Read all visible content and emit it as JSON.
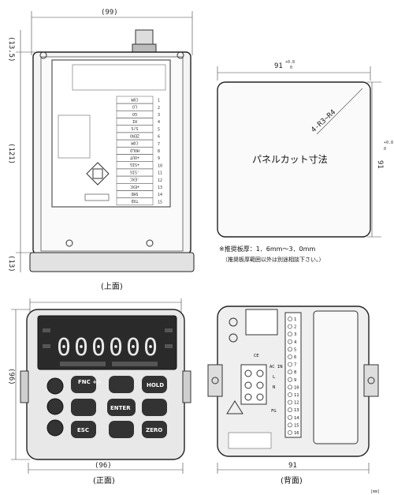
{
  "dimensions": {
    "top_width": "(99)",
    "top_cable_height": "(13.5)",
    "top_body_height": "(121)",
    "top_front_depth": "(13)",
    "front_height": "(96)",
    "front_width": "(96)",
    "back_width": "91",
    "panel_width": "91",
    "panel_width_tol": "+0.8",
    "panel_width_tol2": "0",
    "panel_height": "91",
    "panel_height_tol": "+0.8",
    "panel_height_tol2": "0",
    "corner_radius": "4-R3~R4"
  },
  "captions": {
    "top_view": "(上面)",
    "front_view": "(正面)",
    "back_view": "(背面)",
    "panel_cut": "パネルカット寸法",
    "unit": "[mm]"
  },
  "notes": {
    "panel_thickness": "※推奨板厚：1．6mm～3．0mm",
    "panel_thickness_note": "（推奨板厚範囲以外は別途相談下さい。）"
  },
  "front_panel": {
    "display_digits": [
      "0",
      "0",
      "0",
      "0",
      "0",
      "0"
    ],
    "buttons": {
      "fnc": "FNC\n+/-",
      "hold": "HOLD",
      "esc": "ESC",
      "zero": "ZERO",
      "enter": "ENTER"
    }
  },
  "back_panel": {
    "terminal_numbers": [
      "1",
      "2",
      "3",
      "4",
      "5",
      "6",
      "7",
      "8",
      "9",
      "10",
      "11",
      "12",
      "13",
      "14",
      "15",
      "16"
    ],
    "power_labels": [
      "AC IN",
      "L",
      "N",
      "FG"
    ]
  },
  "top_view_labels": {
    "terminal_rows": [
      "COM",
      "LO",
      "GO",
      "HI",
      "S/S",
      "ZERO",
      "COM",
      "HOLD",
      "+OUT",
      "+SIG",
      "-SIG",
      "-EXC",
      "+EXC",
      "SHD",
      "TXD"
    ]
  }
}
